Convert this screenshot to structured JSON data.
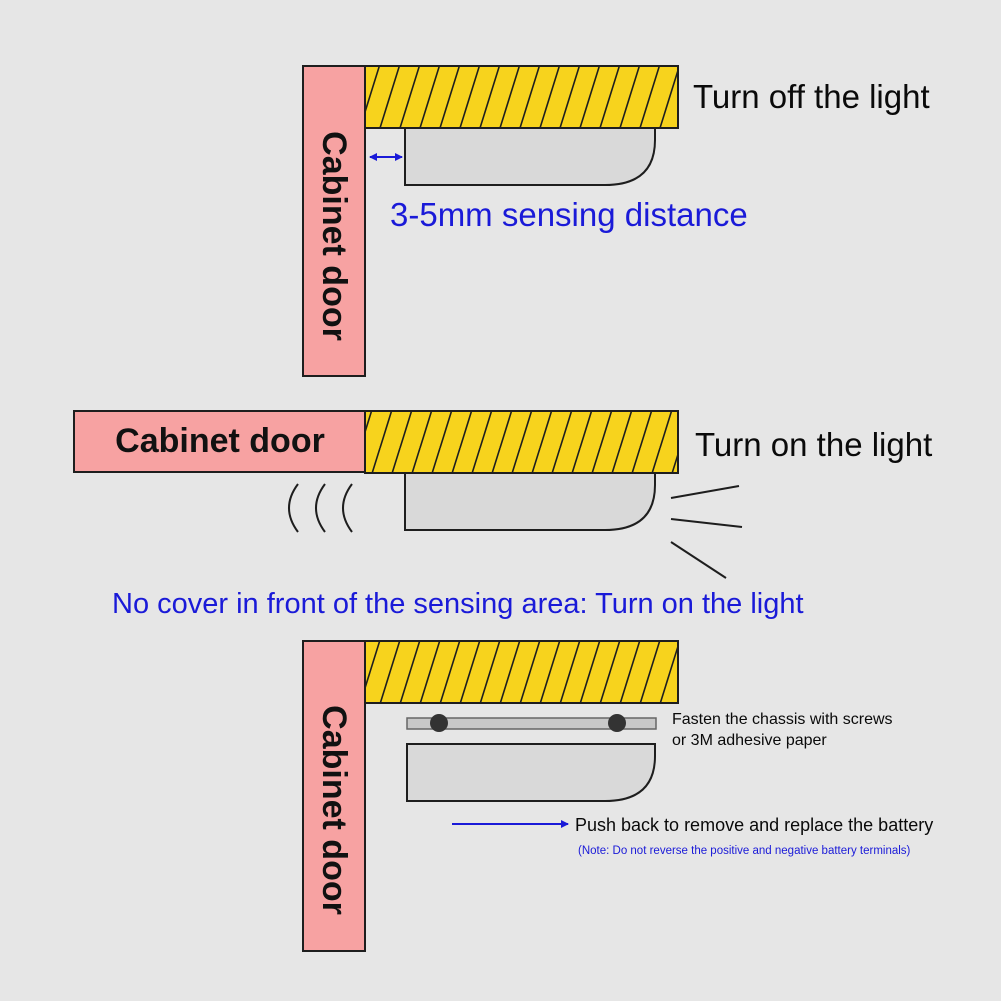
{
  "colors": {
    "background": "#e6e6e6",
    "door": "#f7a2a2",
    "shelf": "#f7d31d",
    "light_body": "#d9d9d9",
    "outline": "#1e1e1e",
    "blue_text": "#1a1ad8"
  },
  "panel1": {
    "door_label": "Cabinet door",
    "status": "Turn off the light",
    "distance_label": "3-5mm sensing distance"
  },
  "panel2": {
    "door_label": "Cabinet door",
    "status": "Turn on the light",
    "caption": "No cover in front of the sensing area: Turn on the light"
  },
  "panel3": {
    "door_label": "Cabinet door",
    "fasten_line1": "Fasten the chassis with screws",
    "fasten_line2": "or 3M adhesive paper",
    "push_label": "Push back to remove and replace the battery",
    "note": "(Note: Do not reverse the positive and negative battery terminals)"
  }
}
